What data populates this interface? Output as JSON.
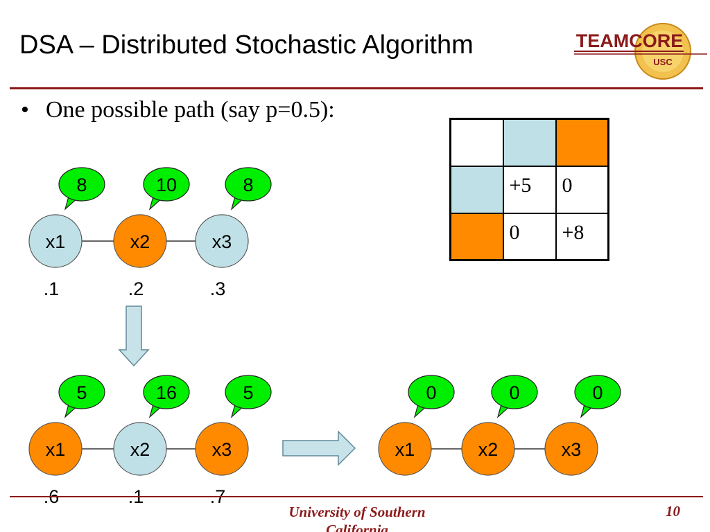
{
  "slide": {
    "title": "DSA – Distributed Stochastic Algorithm",
    "bullet": "One possible path (say p=0.5):",
    "logo": {
      "main": "TEAMCORE",
      "sub": "USC"
    },
    "footer": "University of Southern California",
    "page_number": "10"
  },
  "colors": {
    "blue": "#bfe0e6",
    "orange": "#ff8a00",
    "green": "#00ee00",
    "accent": "#8b1a1a"
  },
  "payoff_table": {
    "rows": [
      [
        "",
        "",
        ""
      ],
      [
        "",
        "+5",
        "0"
      ],
      [
        "",
        "0",
        "+8"
      ]
    ]
  },
  "graphs": [
    {
      "nodes": [
        {
          "label": "x1",
          "color": "blue",
          "bubble": "8",
          "prob": ".1"
        },
        {
          "label": "x2",
          "color": "orange",
          "bubble": "10",
          "prob": ".2"
        },
        {
          "label": "x3",
          "color": "blue",
          "bubble": "8",
          "prob": ".3"
        }
      ]
    },
    {
      "nodes": [
        {
          "label": "x1",
          "color": "orange",
          "bubble": "5",
          "prob": ".6"
        },
        {
          "label": "x2",
          "color": "blue",
          "bubble": "16",
          "prob": ".1"
        },
        {
          "label": "x3",
          "color": "orange",
          "bubble": "5",
          "prob": ".7"
        }
      ]
    },
    {
      "nodes": [
        {
          "label": "x1",
          "color": "orange",
          "bubble": "0",
          "prob": ""
        },
        {
          "label": "x2",
          "color": "orange",
          "bubble": "0",
          "prob": ""
        },
        {
          "label": "x3",
          "color": "orange",
          "bubble": "0",
          "prob": ""
        }
      ]
    }
  ]
}
